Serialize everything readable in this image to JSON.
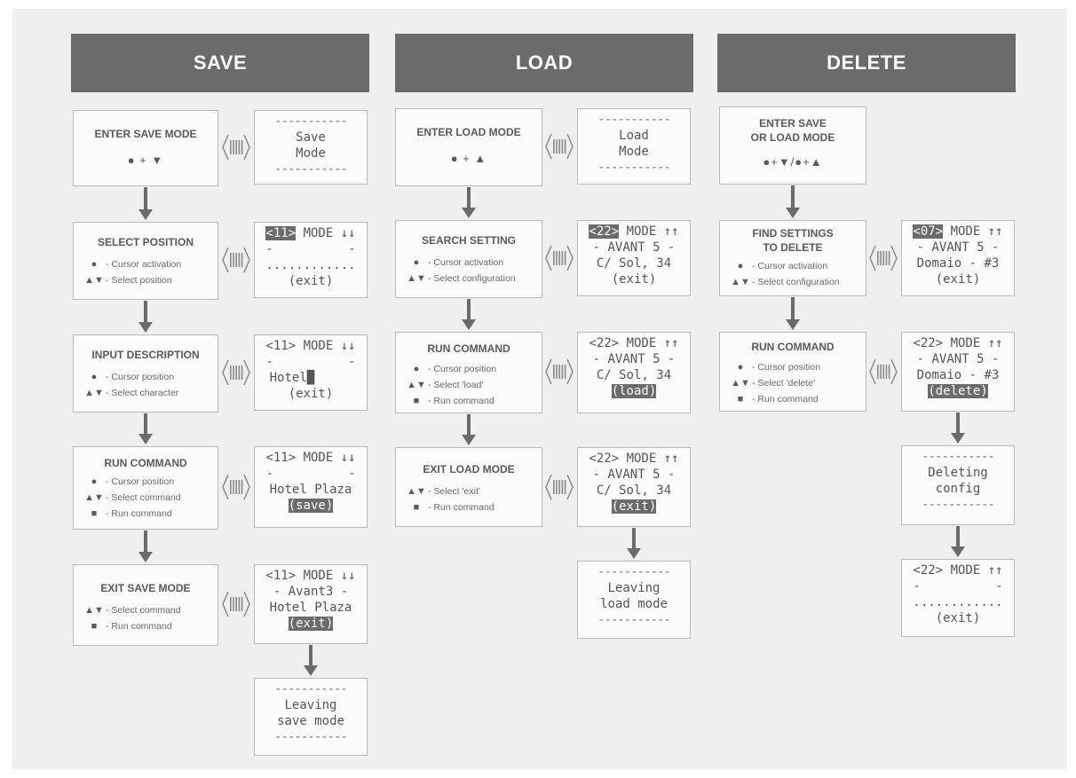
{
  "sections": [
    {
      "title": "SAVE"
    },
    {
      "title": "LOAD"
    },
    {
      "title": "DELETE"
    }
  ],
  "steps": {
    "save": [
      {
        "title": "ENTER SAVE MODE",
        "keys": "● + ▼"
      },
      {
        "title": "SELECT POSITION",
        "lines": [
          [
            "●",
            "- Cursor activation"
          ],
          [
            "▲▼",
            "- Select position"
          ]
        ]
      },
      {
        "title": "INPUT DESCRIPTION",
        "lines": [
          [
            "●",
            "- Cursor position"
          ],
          [
            "▲▼",
            "- Select character"
          ]
        ]
      },
      {
        "title": "RUN COMMAND",
        "lines": [
          [
            "●",
            "- Cursor position"
          ],
          [
            "▲▼",
            "- Select command"
          ],
          [
            "■",
            "- Run command"
          ]
        ]
      },
      {
        "title": "EXIT SAVE MODE",
        "lines": [
          [
            "▲▼",
            "- Select command"
          ],
          [
            "■",
            "- Run command"
          ]
        ]
      }
    ],
    "load": [
      {
        "title": "ENTER LOAD MODE",
        "keys": "● + ▲"
      },
      {
        "title": "SEARCH SETTING",
        "lines": [
          [
            "●",
            "- Cursor activation"
          ],
          [
            "▲▼",
            "- Select configuration"
          ]
        ]
      },
      {
        "title": "RUN COMMAND",
        "lines": [
          [
            "●",
            "- Cursor position"
          ],
          [
            "▲▼",
            "- Select 'load'"
          ],
          [
            "■",
            "- Run command"
          ]
        ]
      },
      {
        "title": "EXIT LOAD MODE",
        "lines": [
          [
            "▲▼",
            "- Select 'exit'"
          ],
          [
            "■",
            "- Run command"
          ]
        ]
      }
    ],
    "delete": [
      {
        "title": "ENTER SAVE\nOR LOAD MODE",
        "keys": "●+▼/●+▲"
      },
      {
        "title": "FIND SETTINGS\nTO DELETE",
        "lines": [
          [
            "●",
            "- Cursor activation"
          ],
          [
            "▲▼",
            "- Select configuration"
          ]
        ]
      },
      {
        "title": "RUN COMMAND",
        "lines": [
          [
            "●",
            "- Cursor position"
          ],
          [
            "▲▼",
            "- Select 'delete'"
          ],
          [
            "■",
            "- Run command"
          ]
        ]
      }
    ]
  },
  "displays": {
    "save": [
      {
        "lines": [
          [
            [
              "-----------",
              "dash"
            ]
          ],
          [
            [
              "Save",
              ""
            ]
          ],
          [
            [
              "Mode",
              ""
            ]
          ],
          [
            [
              "-----------",
              "dash"
            ]
          ]
        ]
      },
      {
        "lines": [
          [
            [
              "<11>",
              "hl"
            ],
            [
              " MODE ↓↓",
              ""
            ]
          ],
          [
            [
              "-          -",
              ""
            ]
          ],
          [
            [
              "............",
              ""
            ]
          ],
          [
            [
              "(exit)",
              ""
            ]
          ]
        ]
      },
      {
        "lines": [
          [
            [
              "<11> MODE ↓↓",
              ""
            ]
          ],
          [
            [
              "-          -",
              ""
            ]
          ],
          [
            [
              "Hotel",
              ""
            ],
            [
              "█",
              ""
            ],
            [
              "     ",
              ""
            ]
          ],
          [
            [
              "(exit)",
              ""
            ]
          ]
        ]
      },
      {
        "lines": [
          [
            [
              "<11> MODE ↓↓",
              ""
            ]
          ],
          [
            [
              "-          -",
              ""
            ]
          ],
          [
            [
              "Hotel Plaza",
              ""
            ]
          ],
          [
            [
              "(save)",
              "hl"
            ]
          ]
        ]
      },
      {
        "lines": [
          [
            [
              "<11> MODE ↓↓",
              ""
            ]
          ],
          [
            [
              "- Avant3 -",
              ""
            ]
          ],
          [
            [
              "Hotel Plaza",
              ""
            ]
          ],
          [
            [
              "(exit)",
              "hl"
            ]
          ]
        ]
      },
      {
        "lines": [
          [
            [
              "-----------",
              "dash"
            ]
          ],
          [
            [
              "Leaving",
              ""
            ]
          ],
          [
            [
              "save mode",
              ""
            ]
          ],
          [
            [
              "-----------",
              "dash"
            ]
          ]
        ]
      }
    ],
    "load": [
      {
        "lines": [
          [
            [
              "-----------",
              "dash"
            ]
          ],
          [
            [
              "Load",
              ""
            ]
          ],
          [
            [
              "Mode",
              ""
            ]
          ],
          [
            [
              "-----------",
              "dash"
            ]
          ]
        ]
      },
      {
        "lines": [
          [
            [
              "<22>",
              "hl"
            ],
            [
              " MODE ↑↑",
              ""
            ]
          ],
          [
            [
              "- AVANT 5 -",
              ""
            ]
          ],
          [
            [
              "C/ Sol, 34",
              ""
            ]
          ],
          [
            [
              "(exit)",
              ""
            ]
          ]
        ]
      },
      {
        "lines": [
          [
            [
              "<22> MODE ↑↑",
              ""
            ]
          ],
          [
            [
              "- AVANT 5 -",
              ""
            ]
          ],
          [
            [
              "C/ Sol, 34",
              ""
            ]
          ],
          [
            [
              "(load)",
              "hl"
            ]
          ]
        ]
      },
      {
        "lines": [
          [
            [
              "<22> MODE ↑↑",
              ""
            ]
          ],
          [
            [
              "- AVANT 5 -",
              ""
            ]
          ],
          [
            [
              "C/ Sol, 34",
              ""
            ]
          ],
          [
            [
              "(exit)",
              "hl"
            ]
          ]
        ]
      },
      {
        "lines": [
          [
            [
              "-----------",
              "dash"
            ]
          ],
          [
            [
              "Leaving",
              ""
            ]
          ],
          [
            [
              "load mode",
              ""
            ]
          ],
          [
            [
              "-----------",
              "dash"
            ]
          ]
        ]
      }
    ],
    "delete": [
      {
        "lines": [
          [
            [
              "<07>",
              "hl"
            ],
            [
              " MODE ↑↑",
              ""
            ]
          ],
          [
            [
              "- AVANT 5 -",
              ""
            ]
          ],
          [
            [
              "Domaio - #3",
              ""
            ]
          ],
          [
            [
              "(exit)",
              ""
            ]
          ]
        ]
      },
      {
        "lines": [
          [
            [
              "<22> MODE ↑↑",
              ""
            ]
          ],
          [
            [
              "- AVANT 5 -",
              ""
            ]
          ],
          [
            [
              "Domaio - #3",
              ""
            ]
          ],
          [
            [
              "(delete)",
              "hl"
            ]
          ]
        ]
      },
      {
        "lines": [
          [
            [
              "-----------",
              "dash"
            ]
          ],
          [
            [
              "Deleting",
              ""
            ]
          ],
          [
            [
              "config",
              ""
            ]
          ],
          [
            [
              "-----------",
              "dash"
            ]
          ]
        ]
      },
      {
        "lines": [
          [
            [
              "<22> MODE ↑↑",
              ""
            ]
          ],
          [
            [
              "-          -",
              ""
            ]
          ],
          [
            [
              "............",
              ""
            ]
          ],
          [
            [
              "(exit)",
              ""
            ]
          ]
        ]
      }
    ]
  },
  "colors": {
    "header": "#6b6b6b",
    "box_border": "#b9b9b9",
    "background": "#efefef",
    "arrow": "#6b6b6b"
  }
}
